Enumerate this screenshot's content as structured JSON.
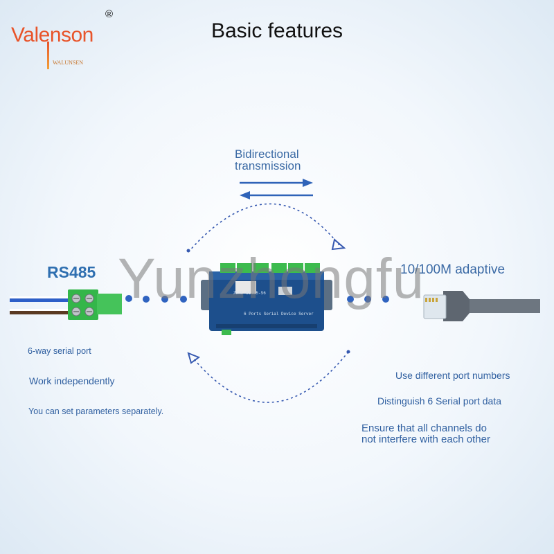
{
  "brand": {
    "name": "Valenson",
    "sub": "WALUNSEN",
    "registered": "®"
  },
  "title": "Basic features",
  "transmission": {
    "line1": "Bidirectional",
    "line2": "transmission"
  },
  "left": {
    "protocol": "RS485",
    "notes": [
      "6-way serial port",
      "Work independently",
      "You can set parameters separately."
    ]
  },
  "right": {
    "speed": "10/100M adaptive",
    "notes": [
      "Use different port numbers",
      "Distinguish 6 Serial port data"
    ],
    "note_multiline": [
      "Ensure that all channels do",
      "not interfere with each other"
    ]
  },
  "device": {
    "model": "ZSRL-61485-S6",
    "label": "6 Ports Serial Device Server"
  },
  "watermark": "Yunzhongfu",
  "colors": {
    "accent": "#3b6aa5",
    "brand": "#e8542a",
    "arrow": "#2f63b8",
    "device": "#1d4f8c",
    "connector": "#3dbb4e"
  }
}
